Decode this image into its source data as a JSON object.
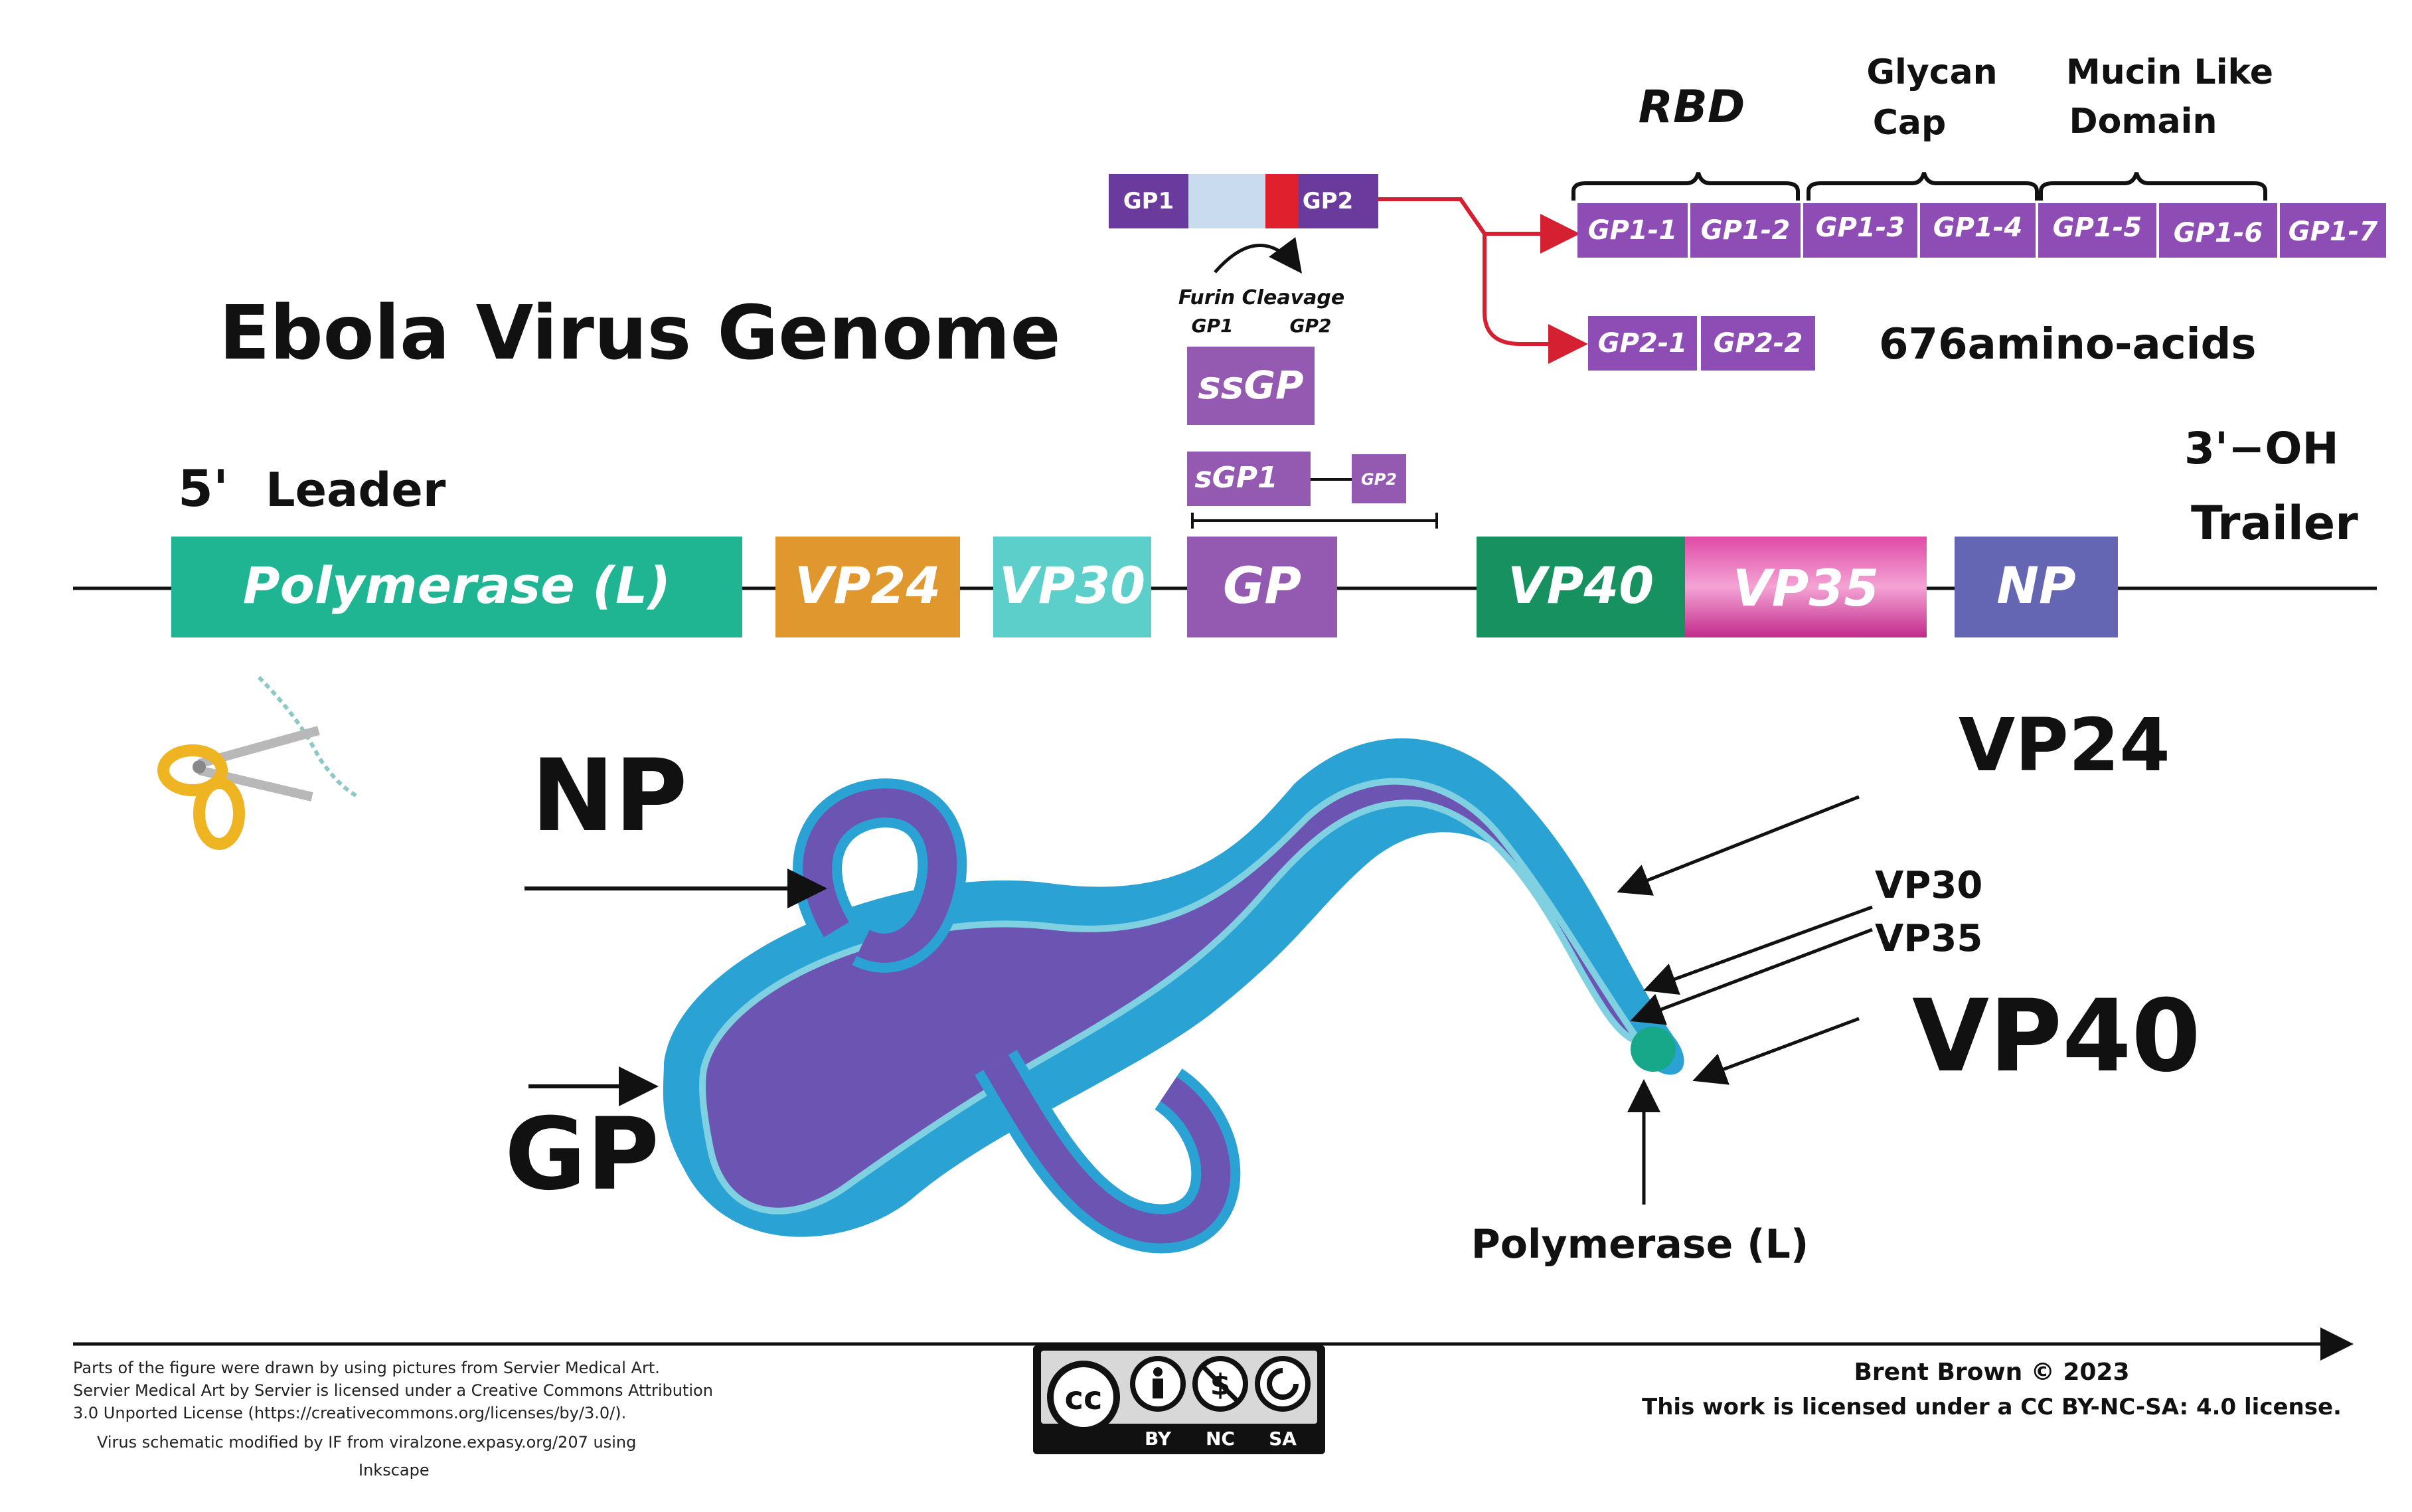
{
  "title": "Ebola Virus Genome",
  "genome": {
    "five_prime": "5'",
    "leader": "Leader",
    "three_prime": "3'−OH",
    "trailer": "Trailer",
    "genes": [
      {
        "label": "Polymerase (L)",
        "color": "#1fb592"
      },
      {
        "label": "VP24",
        "color": "#e0972e"
      },
      {
        "label": "VP30",
        "color": "#5ccfcb"
      },
      {
        "label": "GP",
        "color": "#9459b0"
      },
      {
        "label": "VP40",
        "color": "#17915f"
      },
      {
        "label": "VP35",
        "color": "#d6379a"
      },
      {
        "label": "NP",
        "color": "#6466b4"
      }
    ]
  },
  "gp_processing": {
    "precursor": {
      "left": "GP1",
      "right": "GP2",
      "colors": {
        "gp": "#6a3a9c",
        "linker": "#c9dcef",
        "cleavage": "#e0202c"
      }
    },
    "furin_label": "Furin Cleavage",
    "furin_gp1": "GP1",
    "furin_gp2": "GP2",
    "ssgp": "ssGP",
    "sgp1": "sGP1",
    "sgp2": "GP2",
    "arrow_color": "#d42030"
  },
  "domains": {
    "rbd": "RBD",
    "glycan_cap": [
      "Glycan",
      "Cap"
    ],
    "mucin": [
      "Mucin Like",
      "Domain"
    ],
    "gp1_segments": [
      "GP1-1",
      "GP1-2",
      "GP1-3",
      "GP1-4",
      "GP1-5",
      "GP1-6",
      "GP1-7"
    ],
    "gp2_segments": [
      "GP2-1",
      "GP2-2"
    ],
    "amino_acids": "676amino-acids",
    "segment_color": "#8e4cb5"
  },
  "virion": {
    "labels": {
      "np": "NP",
      "gp": "GP",
      "vp24": "VP24",
      "vp30": "VP30",
      "vp35": "VP35",
      "vp40": "VP40",
      "polymerase": "Polymerase (L)"
    },
    "colors": {
      "envelope": "#2aa3d4",
      "matrix": "#7fd0e0",
      "core": "#6c55b2",
      "glycoprotein": "#a24cb0"
    }
  },
  "footer": {
    "credit_lines": [
      "Parts of the figure were drawn by using pictures from Servier Medical Art.",
      "Servier Medical Art by Servier is licensed under a Creative Commons Attribution",
      "3.0 Unported License (https://creativecommons.org/licenses/by/3.0/).",
      "Virus schematic modified by IF from viralzone.expasy.org/207 using",
      "Inkscape"
    ],
    "cc_badges": [
      "BY",
      "NC",
      "SA"
    ],
    "author": "Brent Brown © 2023",
    "license": "This work is licensed under a CC BY-NC-SA: 4.0 license."
  }
}
